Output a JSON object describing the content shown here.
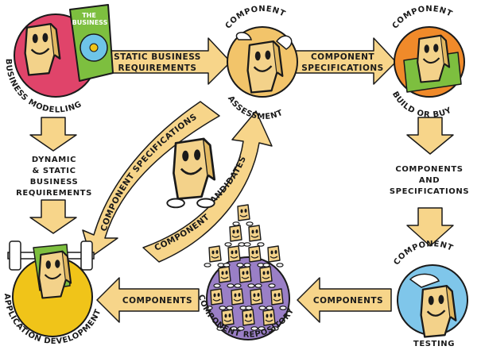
{
  "nodes": {
    "business_modelling": {
      "label": "BUSINESS MODELLING",
      "book_line1": "THE",
      "book_line2": "BUSINESS",
      "color": "#e0446a"
    },
    "component_assessment": {
      "label_top": "COMPONENT",
      "label_bottom": "ASSESSMENT",
      "color": "#f2c46a"
    },
    "component_build": {
      "label_top": "COMPONENT",
      "label_bottom": "BUILD OR BUY",
      "color": "#f08a2a"
    },
    "component_testing": {
      "label_top": "COMPONENT",
      "label_bottom": "TESTING",
      "color": "#7fc6ea"
    },
    "component_repository": {
      "label": "COMPONENT REPOSITORY",
      "color": "#9a7fc6"
    },
    "application_development": {
      "label": "APPLICATION DEVELOPMENT",
      "color": "#f0c419"
    }
  },
  "arrows": {
    "static_reqs": {
      "line1": "STATIC BUSINESS",
      "line2": "REQUIREMENTS"
    },
    "component_specs": {
      "line1": "COMPONENT",
      "line2": "SPECIFICATIONS"
    },
    "curved_specs": {
      "text": "COMPONENT SPECIFICATIONS"
    },
    "curved_candidates_1": {
      "text": "COMPONENT"
    },
    "curved_candidates_2": {
      "text": "CANDIDATES"
    },
    "components_left": {
      "text": "COMPONENTS"
    },
    "components_right": {
      "text": "COMPONENTS"
    }
  },
  "side_labels": {
    "left": [
      "DYNAMIC",
      "& STATIC",
      "BUSINESS",
      "REQUIREMENTS"
    ],
    "right": [
      "COMPONENTS",
      "AND",
      "SPECIFICATIONS"
    ]
  },
  "colors": {
    "arrow_fill": "#f7d58a",
    "arrow_stroke": "#1a1a1a",
    "character_fill": "#f3d28a"
  }
}
